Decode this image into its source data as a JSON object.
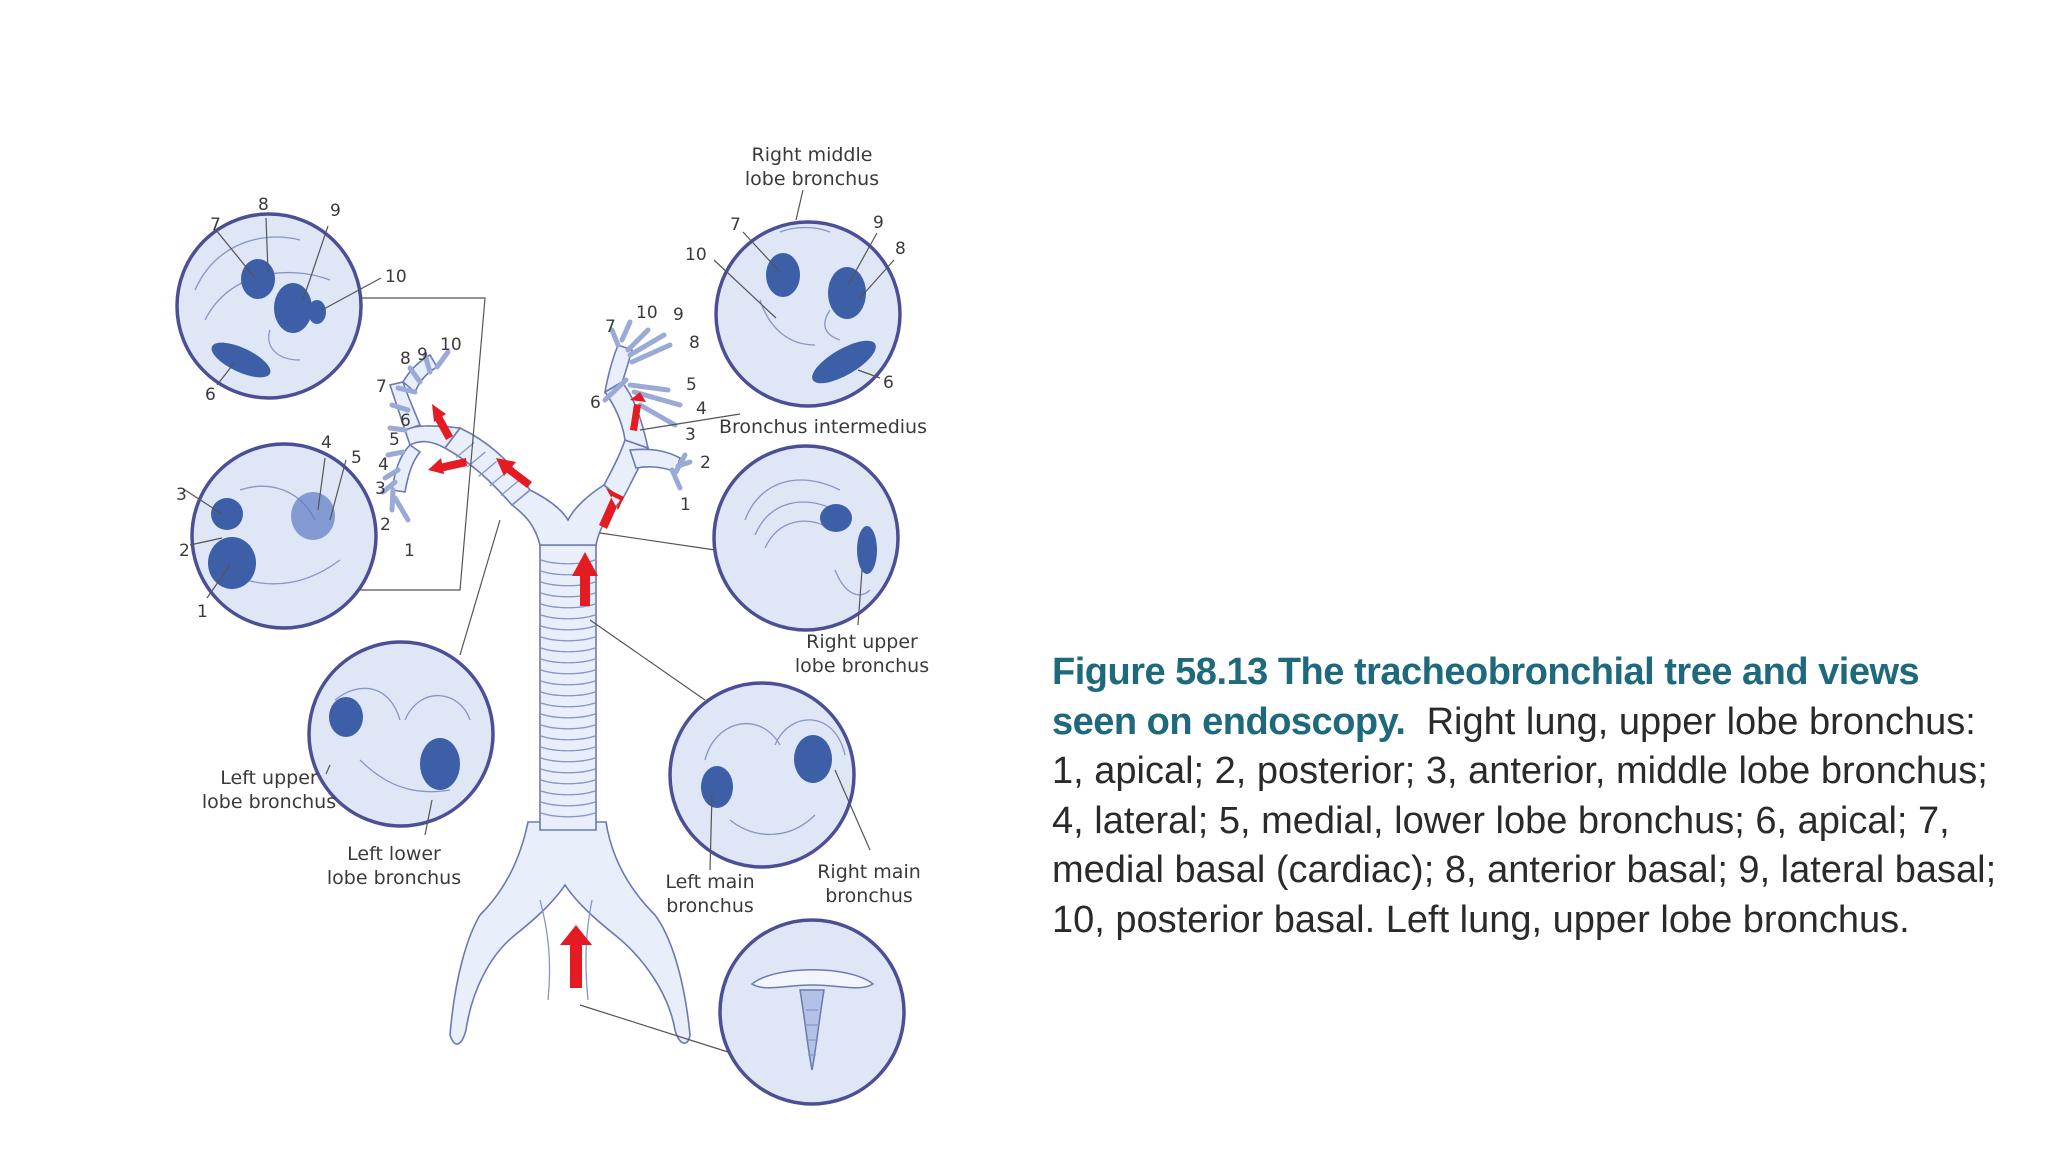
{
  "diagram": {
    "labels": {
      "right_middle_lobe_bronchus": [
        "Right middle",
        "lobe bronchus"
      ],
      "bronchus_intermedius": "Bronchus intermedius",
      "right_upper_lobe_bronchus": [
        "Right upper",
        "lobe bronchus"
      ],
      "right_main_bronchus": [
        "Right main",
        "bronchus"
      ],
      "left_main_bronchus": [
        "Left main",
        "bronchus"
      ],
      "left_upper_lobe_bronchus": [
        "Left upper",
        "lobe bronchus"
      ],
      "left_lower_lobe_bronchus": [
        "Left lower",
        "lobe bronchus"
      ]
    },
    "numbers": {
      "view_top_left": [
        "7",
        "8",
        "9",
        "10",
        "6"
      ],
      "view_mid_left": [
        "4",
        "5",
        "2",
        "1",
        "3"
      ],
      "tree_left": [
        "8",
        "9",
        "10",
        "7",
        "6",
        "5",
        "4",
        "3",
        "2",
        "1"
      ],
      "tree_right": [
        "7",
        "10",
        "9",
        "8",
        "6",
        "5",
        "4",
        "3",
        "2",
        "1"
      ],
      "view_top_right": [
        "7",
        "9",
        "8",
        "10",
        "6"
      ]
    }
  },
  "caption": {
    "title": "Figure 58.13 The tracheobronchial tree and views seen on endoscopy.",
    "body": "Right lung, upper lobe bronchus: 1, apical; 2, posterior; 3, anterior, middle lobe bronchus; 4, lateral; 5, medial, lower lobe bronchus; 6, apical; 7, medial basal (cardiac); 8, anterior basal; 9, lateral basal; 10, posterior basal. Left lung, upper lobe bronchus."
  },
  "colors": {
    "caption_title": "#1e6a7c",
    "caption_body": "#2a2a2a",
    "arrows": "#e41b23",
    "scope_frame": "#4b4f96",
    "bronchus_opening": "#3c5fa8"
  }
}
